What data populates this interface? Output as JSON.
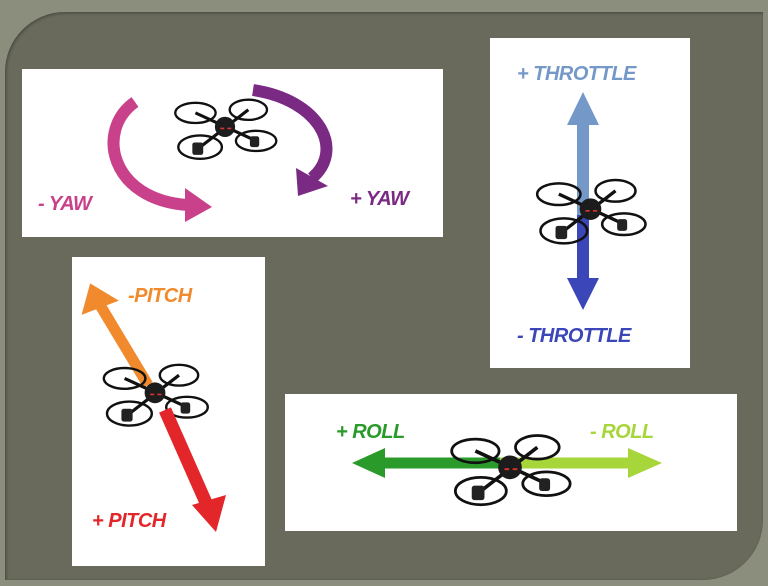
{
  "yaw": {
    "minus_label": "- YAW",
    "plus_label": "+ YAW",
    "minus_color": "#c9418a",
    "plus_color": "#7a2a82"
  },
  "throttle": {
    "plus_label": "+ THROTTLE",
    "minus_label": "- THROTTLE",
    "plus_color": "#7499c8",
    "minus_color": "#3b46b8"
  },
  "pitch": {
    "minus_label": "-PITCH",
    "plus_label": "+ PITCH",
    "minus_color": "#f08a2c",
    "plus_color": "#e2262a"
  },
  "roll": {
    "plus_label": "+ ROLL",
    "minus_label": "- ROLL",
    "plus_color": "#2a9a2a",
    "minus_color": "#a6d63a"
  },
  "colors": {
    "outer_background": "#8b8d7d",
    "slide_background": "#696a5c",
    "panel_background": "#ffffff"
  }
}
